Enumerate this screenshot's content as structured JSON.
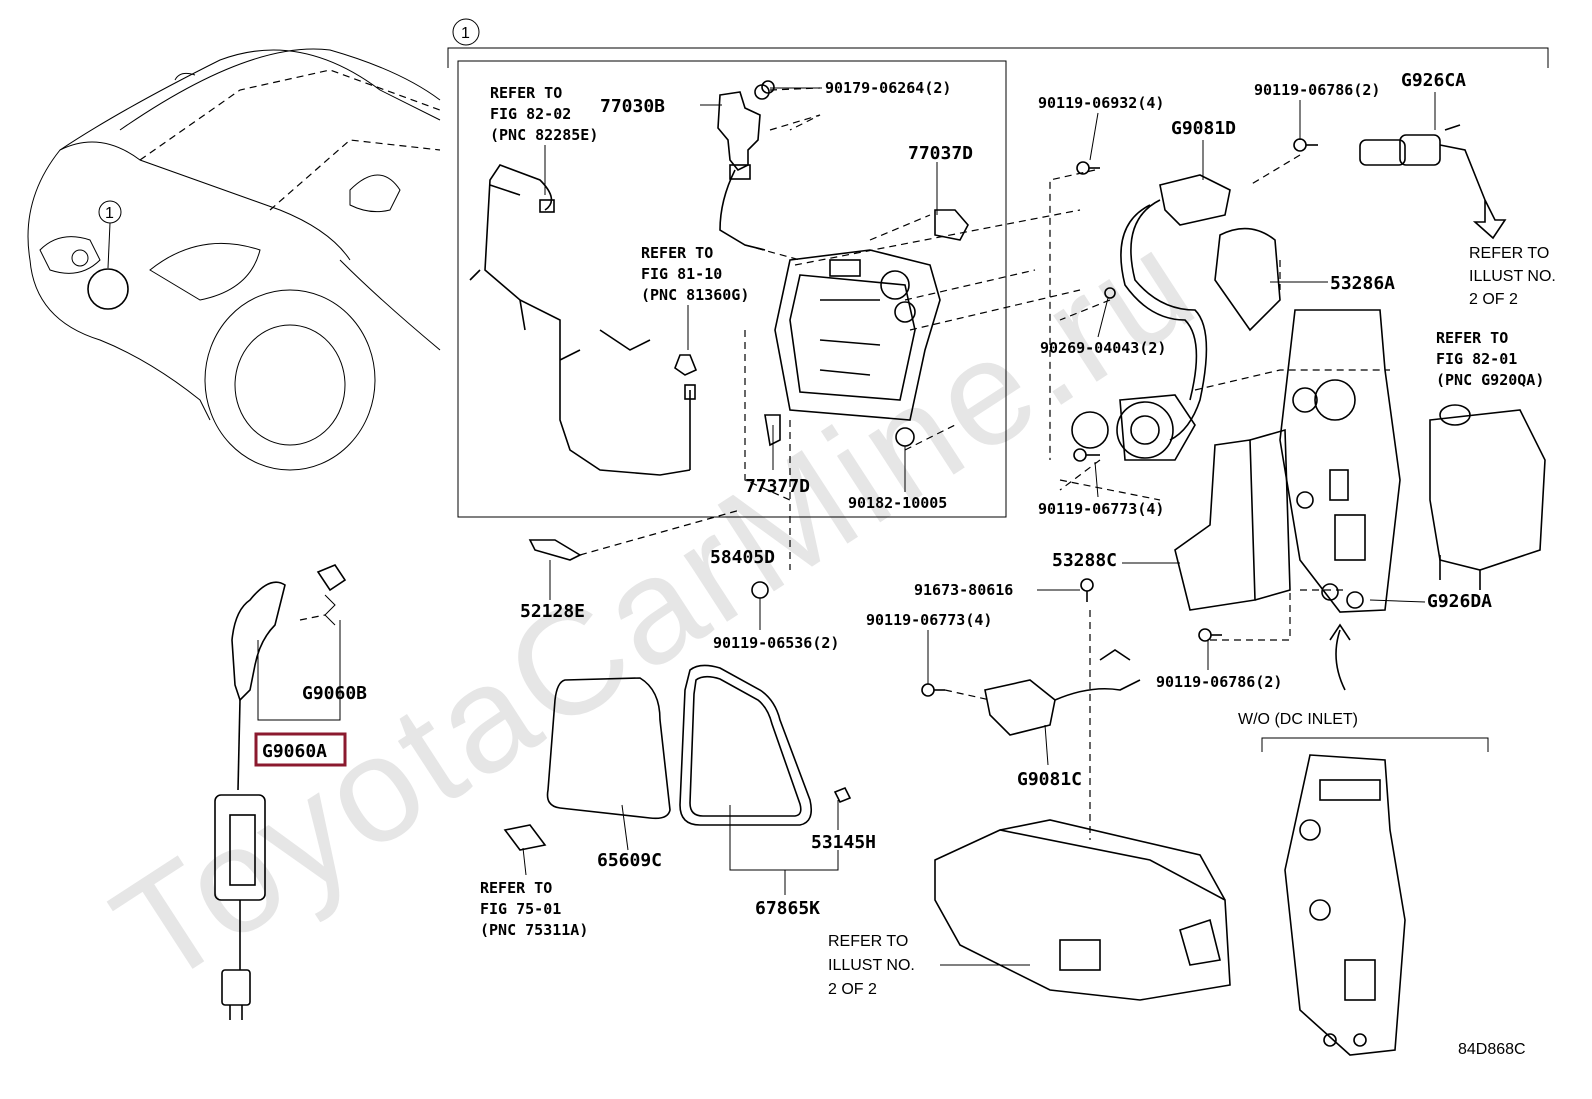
{
  "watermark": "ToyotaCarMine.ru",
  "callout": {
    "number": "1"
  },
  "figure_code": "84D868C",
  "parts": {
    "p77030B": "77030B",
    "p90179": "90179-06264(2)",
    "p77037D": "77037D",
    "p77377D": "77377D",
    "p90182": "90182-10005",
    "p58405D": "58405D",
    "p52128E": "52128E",
    "p90119_06536": "90119-06536(2)",
    "p90119_06932": "90119-06932(4)",
    "pG9081D": "G9081D",
    "p90119_06786_top": "90119-06786(2)",
    "pG926CA": "G926CA",
    "p53286A": "53286A",
    "p90269": "90269-04043(2)",
    "p90119_06773_a": "90119-06773(4)",
    "p53288C": "53288C",
    "p91673": "91673-80616",
    "pG926DA": "G926DA",
    "p90119_06773_b": "90119-06773(4)",
    "p90119_06786_bot": "90119-06786(2)",
    "pG9081C": "G9081C",
    "pG9060B": "G9060B",
    "pG9060A": "G9060A",
    "p65609C": "65609C",
    "p53145H": "53145H",
    "p67865K": "67865K"
  },
  "notes": {
    "refer_82_02": {
      "l1": "REFER TO",
      "l2": "FIG 82-02",
      "l3": "(PNC 82285E)"
    },
    "refer_81_10": {
      "l1": "REFER TO",
      "l2": "FIG 81-10",
      "l3": "(PNC 81360G)"
    },
    "refer_illust_top": {
      "l1": "REFER TO",
      "l2": "ILLUST NO.",
      "l3": "2 OF 2"
    },
    "refer_82_01": {
      "l1": "REFER TO",
      "l2": "FIG 82-01",
      "l3": "(PNC G920QA)"
    },
    "wo_dc_inlet": "W/O (DC INLET)",
    "refer_75_01": {
      "l1": "REFER TO",
      "l2": "FIG 75-01",
      "l3": "(PNC 75311A)"
    },
    "refer_illust_bottom": {
      "l1": "REFER TO",
      "l2": "ILLUST NO.",
      "l3": "2 OF 2"
    }
  },
  "colors": {
    "highlight": "#8b1a2e",
    "line": "#000000",
    "watermark": "#e6e6e6"
  }
}
